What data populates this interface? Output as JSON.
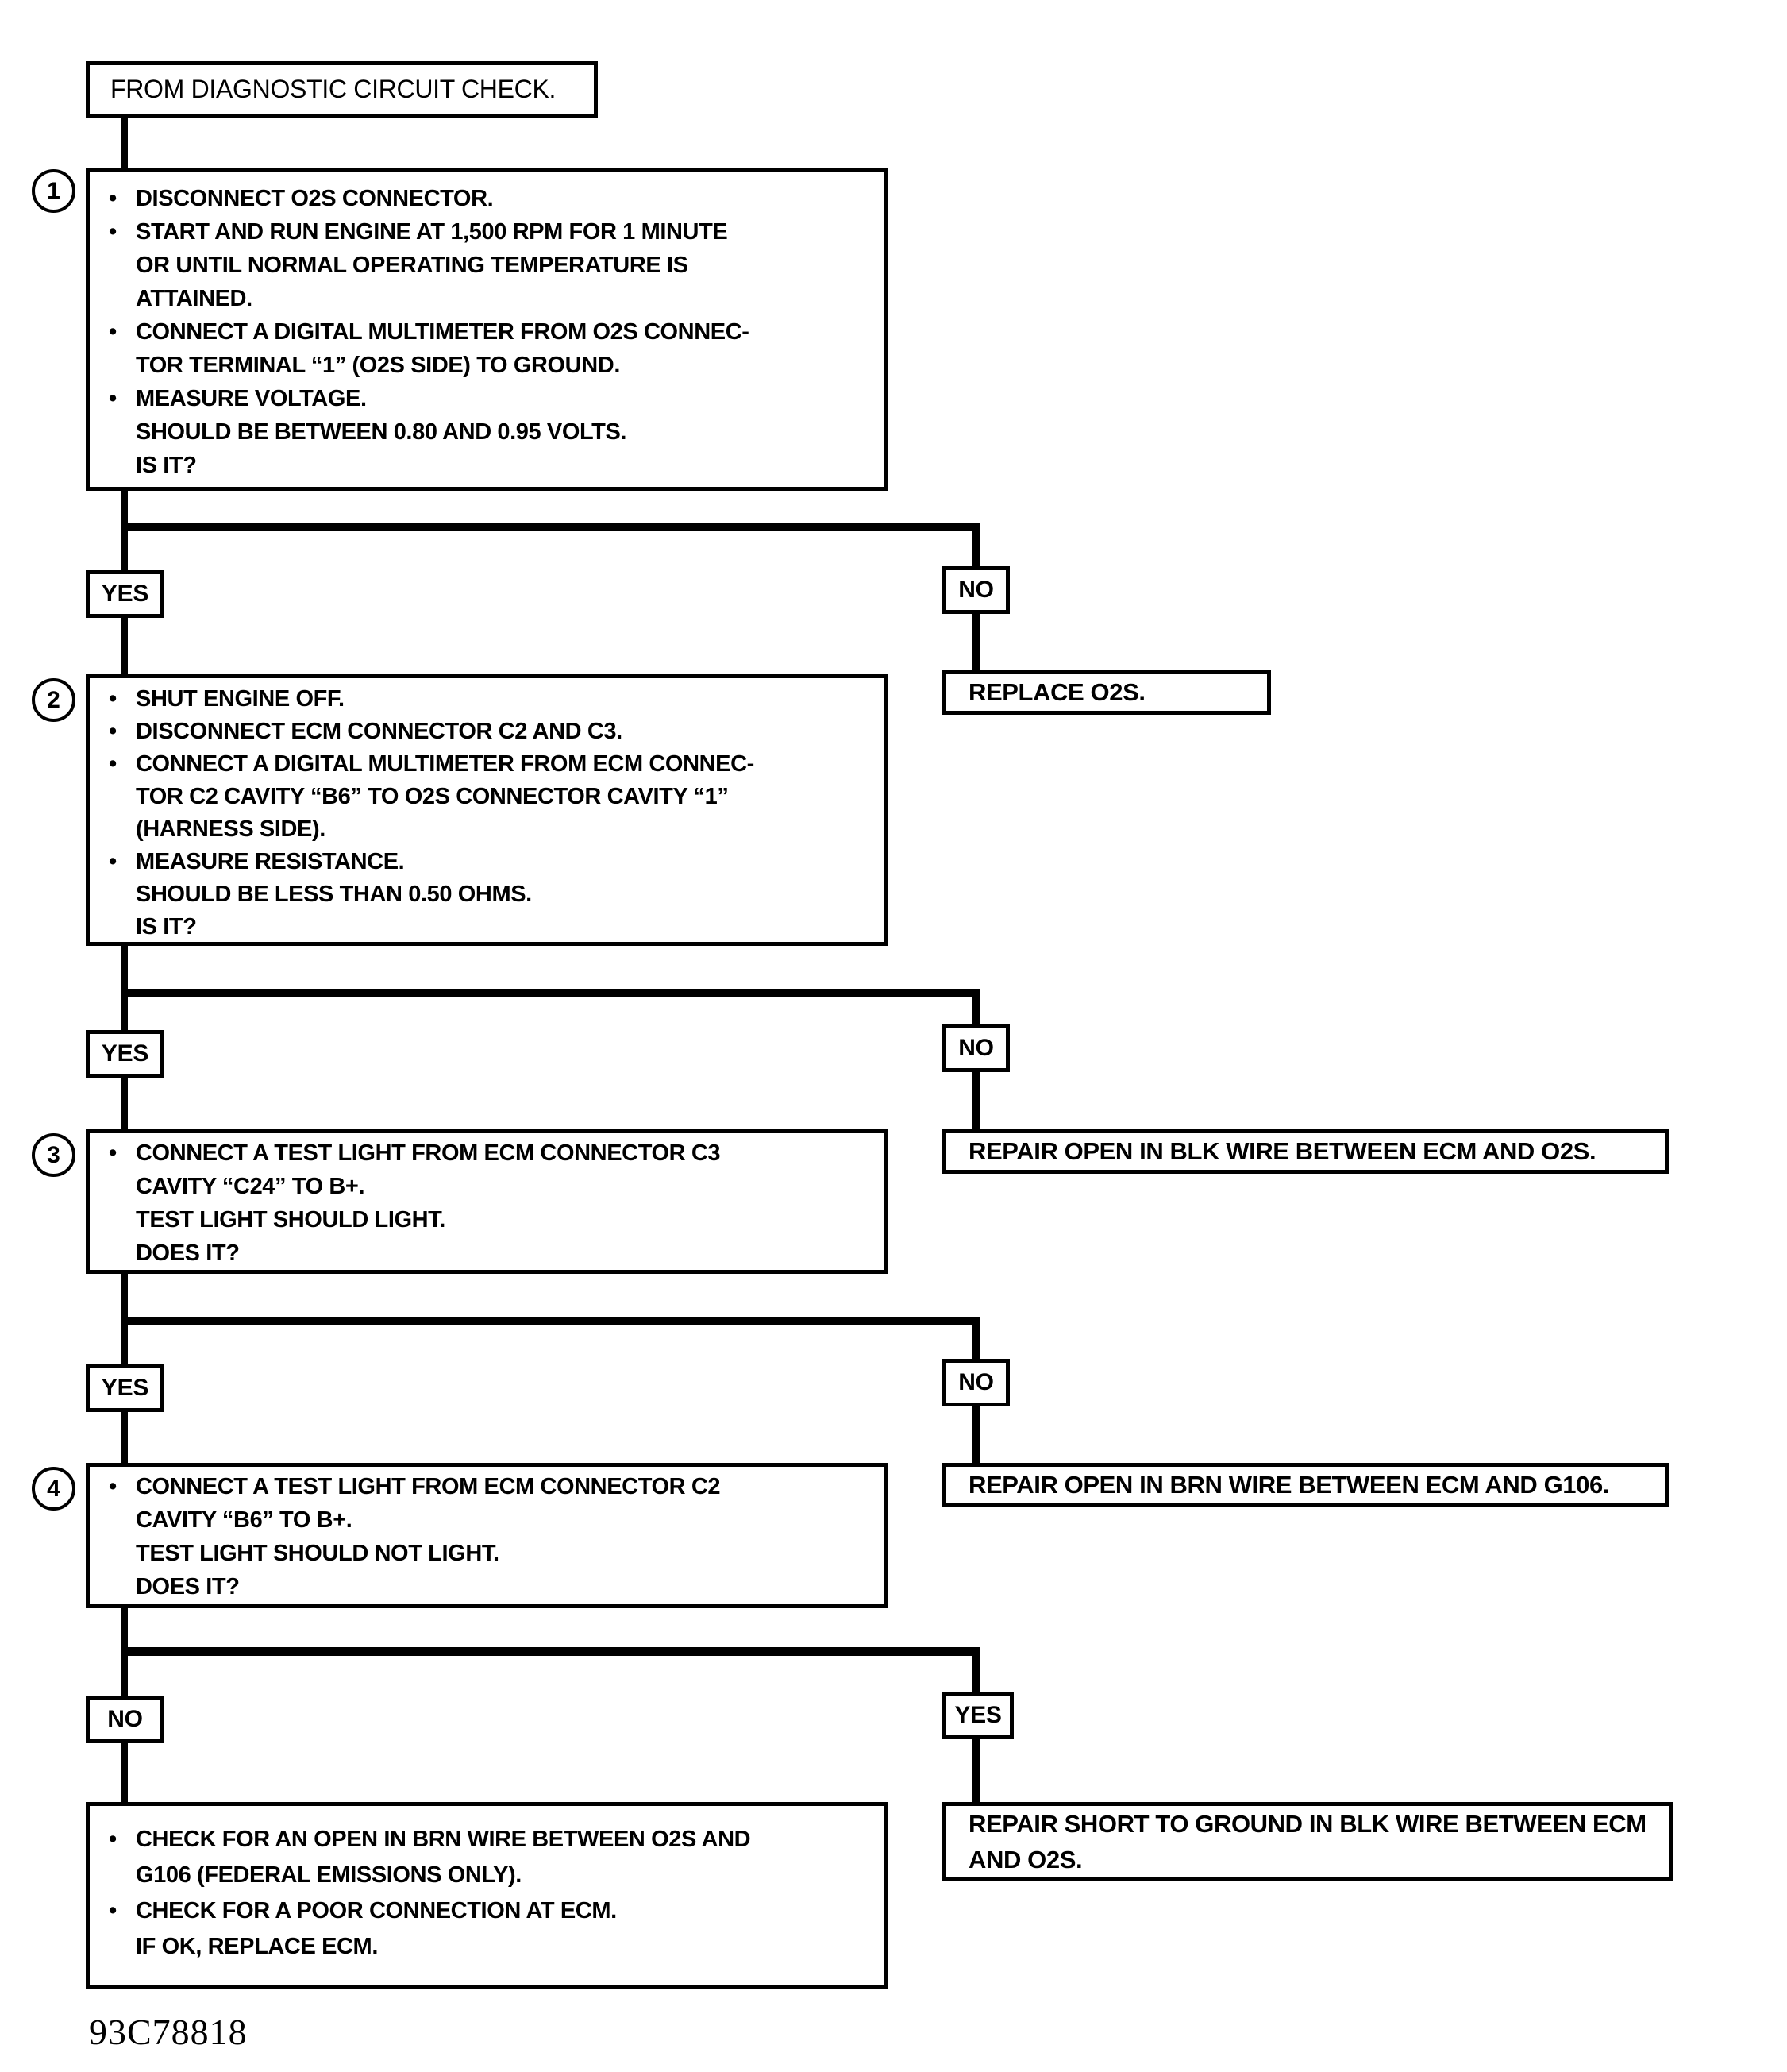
{
  "page": {
    "background": "#ffffff",
    "ink": "#000000"
  },
  "flow": {
    "start": {
      "label": "FROM DIAGNOSTIC CIRCUIT CHECK."
    },
    "steps": {
      "1": {
        "number": "1",
        "yes": "YES",
        "no": "NO",
        "lines": [
          {
            "bullet": "•",
            "text": "DISCONNECT O2S CONNECTOR."
          },
          {
            "bullet": "•",
            "text": "START AND RUN ENGINE AT 1,500 RPM FOR 1 MINUTE"
          },
          {
            "bullet": "",
            "text": "OR UNTIL NORMAL OPERATING TEMPERATURE IS"
          },
          {
            "bullet": "",
            "text": "ATTAINED."
          },
          {
            "bullet": "•",
            "text": "CONNECT A DIGITAL MULTIMETER FROM O2S CONNEC-"
          },
          {
            "bullet": "",
            "text": "TOR TERMINAL “1” (O2S SIDE) TO GROUND."
          },
          {
            "bullet": "•",
            "text": "MEASURE VOLTAGE."
          },
          {
            "bullet": "",
            "text": "SHOULD BE BETWEEN 0.80 AND 0.95 VOLTS."
          },
          {
            "bullet": "",
            "text": "IS IT?"
          }
        ]
      },
      "2": {
        "number": "2",
        "yes": "YES",
        "no": "NO",
        "lines": [
          {
            "bullet": "•",
            "text": "SHUT ENGINE OFF."
          },
          {
            "bullet": "•",
            "text": "DISCONNECT ECM CONNECTOR C2 AND C3."
          },
          {
            "bullet": "•",
            "text": "CONNECT A DIGITAL MULTIMETER FROM ECM CONNEC-"
          },
          {
            "bullet": "",
            "text": "TOR C2 CAVITY “B6” TO O2S CONNECTOR CAVITY “1”"
          },
          {
            "bullet": "",
            "text": "(HARNESS SIDE)."
          },
          {
            "bullet": "•",
            "text": "MEASURE RESISTANCE."
          },
          {
            "bullet": "",
            "text": "SHOULD BE LESS THAN 0.50 OHMS."
          },
          {
            "bullet": "",
            "text": "IS IT?"
          }
        ]
      },
      "3": {
        "number": "3",
        "yes": "YES",
        "no": "NO",
        "lines": [
          {
            "bullet": "•",
            "text": "CONNECT A TEST LIGHT FROM ECM CONNECTOR C3"
          },
          {
            "bullet": "",
            "text": "CAVITY “C24” TO B+."
          },
          {
            "bullet": "",
            "text": "TEST LIGHT SHOULD LIGHT."
          },
          {
            "bullet": "",
            "text": "DOES IT?"
          }
        ]
      },
      "4": {
        "number": "4",
        "no": "NO",
        "yes": "YES",
        "lines": [
          {
            "bullet": "•",
            "text": "CONNECT A TEST LIGHT FROM ECM CONNECTOR C2"
          },
          {
            "bullet": "",
            "text": "CAVITY “B6” TO B+."
          },
          {
            "bullet": "",
            "text": "TEST LIGHT SHOULD NOT LIGHT."
          },
          {
            "bullet": "",
            "text": "DOES IT?"
          }
        ]
      }
    },
    "results": {
      "replace_o2s": "REPLACE O2S.",
      "repair_open_blk": "REPAIR OPEN IN BLK WIRE BETWEEN ECM AND O2S.",
      "repair_open_brn": "REPAIR OPEN IN BRN WIRE BETWEEN ECM AND G106.",
      "repair_short": {
        "lines": [
          "REPAIR SHORT TO GROUND IN BLK WIRE BETWEEN ECM",
          "AND O2S."
        ]
      },
      "final_check": {
        "lines": [
          {
            "bullet": "•",
            "text": "CHECK FOR AN OPEN IN BRN WIRE BETWEEN O2S AND"
          },
          {
            "bullet": "",
            "text": "G106 (FEDERAL EMISSIONS ONLY)."
          },
          {
            "bullet": "•",
            "text": "CHECK FOR A POOR CONNECTION AT ECM."
          },
          {
            "bullet": "",
            "text": "IF OK, REPLACE ECM."
          }
        ]
      }
    }
  },
  "footer": {
    "code": "93C78818"
  }
}
